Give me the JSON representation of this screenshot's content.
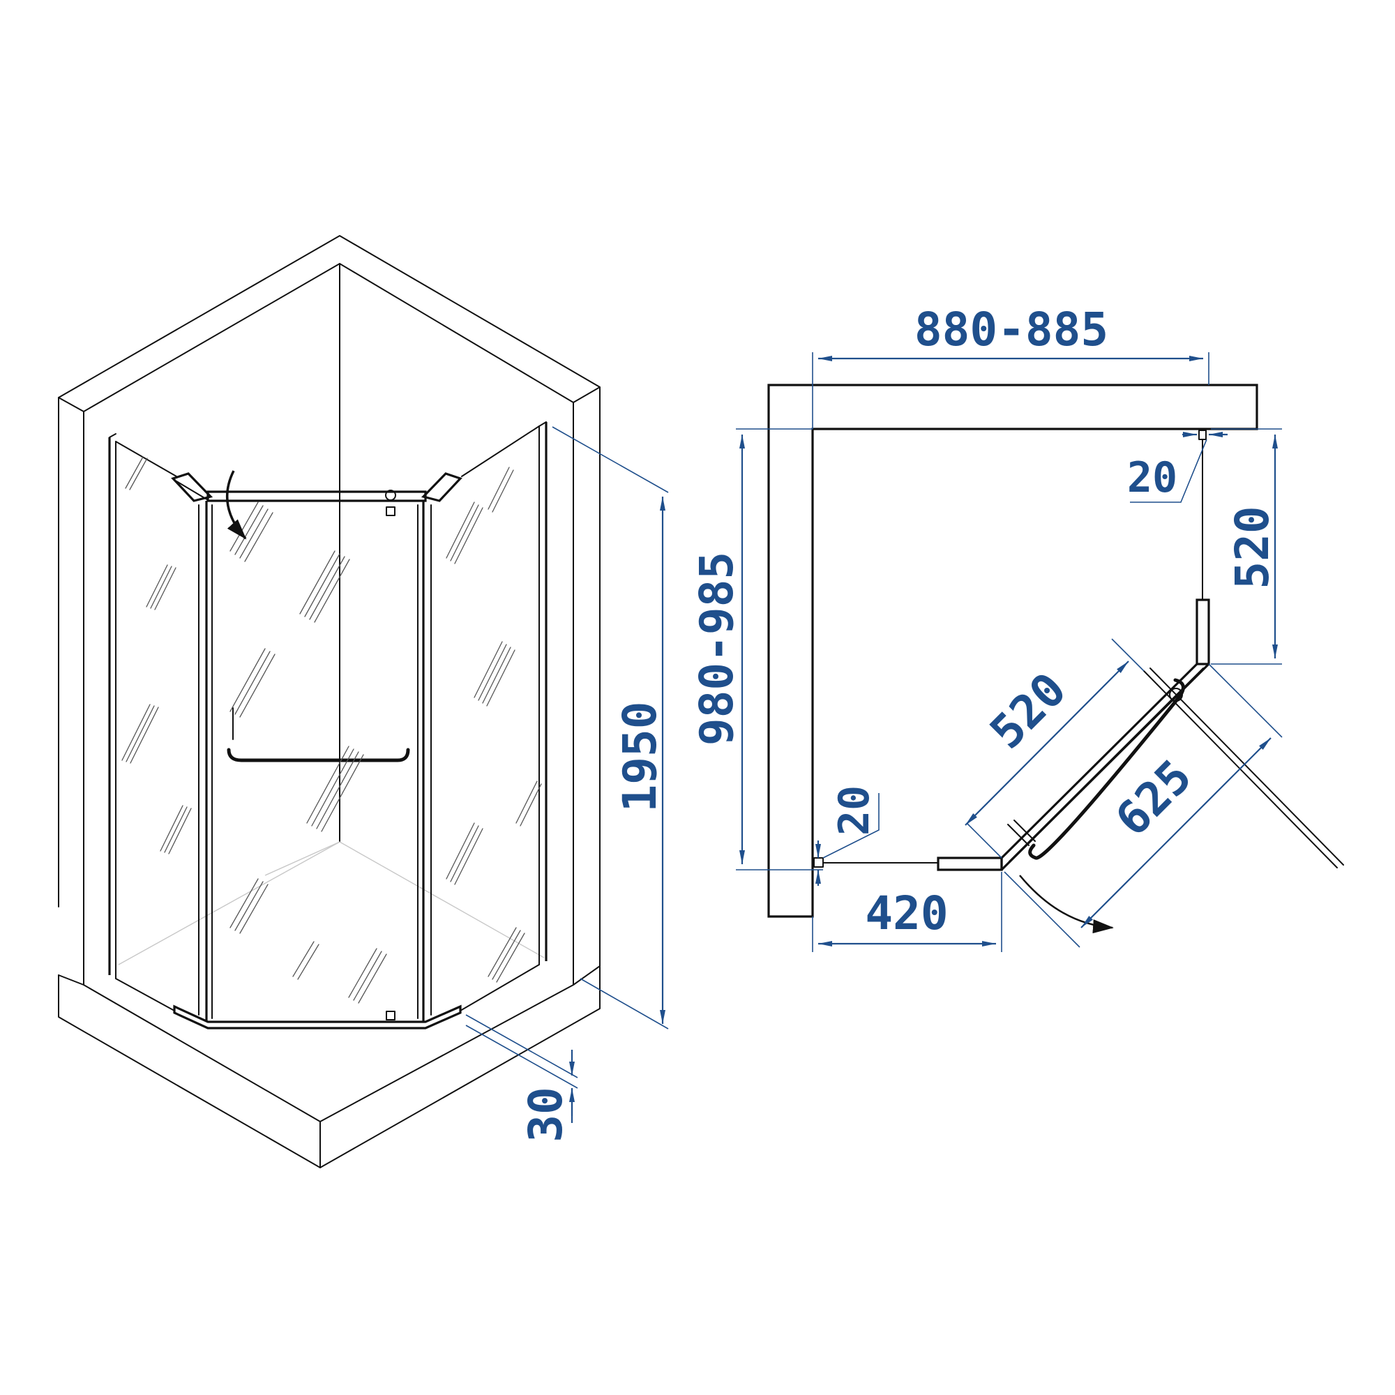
{
  "iso_view": {
    "height_label": "1950",
    "tray_label": "30"
  },
  "plan_view": {
    "width_label": "880-885",
    "depth_label": "980-985",
    "gap_top_label": "20",
    "gap_left_label": "20",
    "side_right_label": "520",
    "side_left_label": "420",
    "diag_panel_label": "520",
    "door_label": "625"
  },
  "colors": {
    "dimension": "#1f4f8c",
    "outline": "#111111"
  }
}
